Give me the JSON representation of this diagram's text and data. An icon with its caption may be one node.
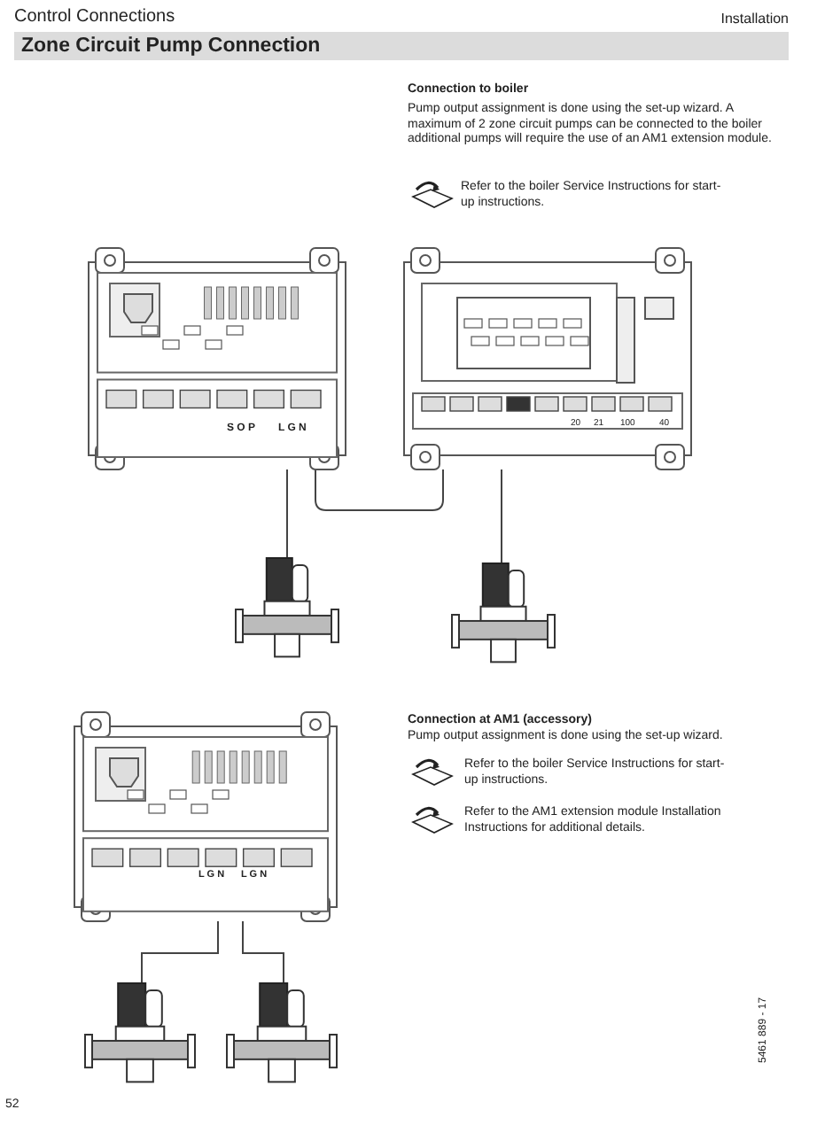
{
  "diagram": {
    "title": "Zone Circuit Pump Connection",
    "nodes": [
      {
        "text": [],
        "shape": "picture"
      },
      {
        "text": [],
        "shape": "picture"
      },
      {
        "text": [],
        "shape": "picture"
      },
      {
        "text": [],
        "shape": "picture"
      },
      {
        "text": [],
        "shape": "picture"
      },
      {
        "text": [],
        "shape": "picture"
      },
      {
        "text": [],
        "shape": "picture"
      }
    ],
    "edges": [
      {
        "from": 0,
        "to": 1,
        "arrow": "none"
      },
      {
        "from": 0,
        "to": 2,
        "arrow": "none"
      },
      {
        "from": 1,
        "to": 3,
        "arrow": "none"
      },
      {
        "from": 4,
        "to": 5,
        "arrow": "none"
      },
      {
        "from": 4,
        "to": 6,
        "arrow": "none"
      }
    ],
    "labels": [
      "Control Connections",
      "Installation",
      "Connection to boiler",
      "Pump output assignment is done using the set-up wizard. A maximum of 2 zone circuit pumps can be connected to the boiler additional pumps will require the use of an AM1 extension module.",
      "Refer to the boiler Service Instructions for start-up instructions.",
      "S O P",
      "L G N",
      "20",
      "21",
      "100",
      "40",
      "Connection at AM1 (accessory)",
      "Pump output assignment is done using the set-up wizard.",
      "Refer to the boiler Service Instructions for start-up instructions.",
      "Refer to the AM1 extension module Installation Instructions for additional details.",
      "L G N",
      "L G N",
      "52",
      "5461 889 - 17"
    ]
  }
}
